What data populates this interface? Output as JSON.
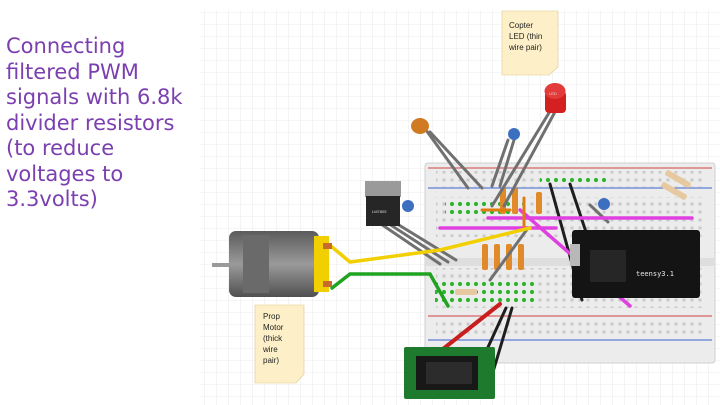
{
  "slide": {
    "title_lines": [
      "Connecting",
      "filtered PWM",
      "signals with 6.8k",
      "divider resistors",
      "(to reduce",
      "voltages to",
      "3.3volts)"
    ]
  },
  "notes": {
    "copter_led": [
      "Copter",
      "LED (thin",
      "wire pair)"
    ],
    "prop_motor": [
      "Prop",
      "Motor",
      "(thick",
      "wire",
      "pair)"
    ]
  },
  "parts": {
    "microcontroller_label": "teensy3.1",
    "led_label": "LED",
    "regulator_label": "LM7805"
  },
  "colors": {
    "title": "#7b3fb0",
    "grid": "#d9d9d9",
    "note": "#fdf0c8",
    "wire_yellow": "#f2cf00",
    "wire_green": "#1fa320",
    "wire_red": "#c81e1e",
    "wire_magenta": "#e040e0",
    "wire_gray": "#6e6e6e",
    "wire_orange": "#e07b10",
    "board_green": "#1e7a2c"
  },
  "icons": {
    "motor": "dc-motor-icon",
    "led": "red-led-icon",
    "capacitor": "ceramic-capacitor-icon",
    "regulator": "voltage-regulator-icon",
    "microcontroller": "teensy-board-icon",
    "jack": "power-jack-icon"
  }
}
